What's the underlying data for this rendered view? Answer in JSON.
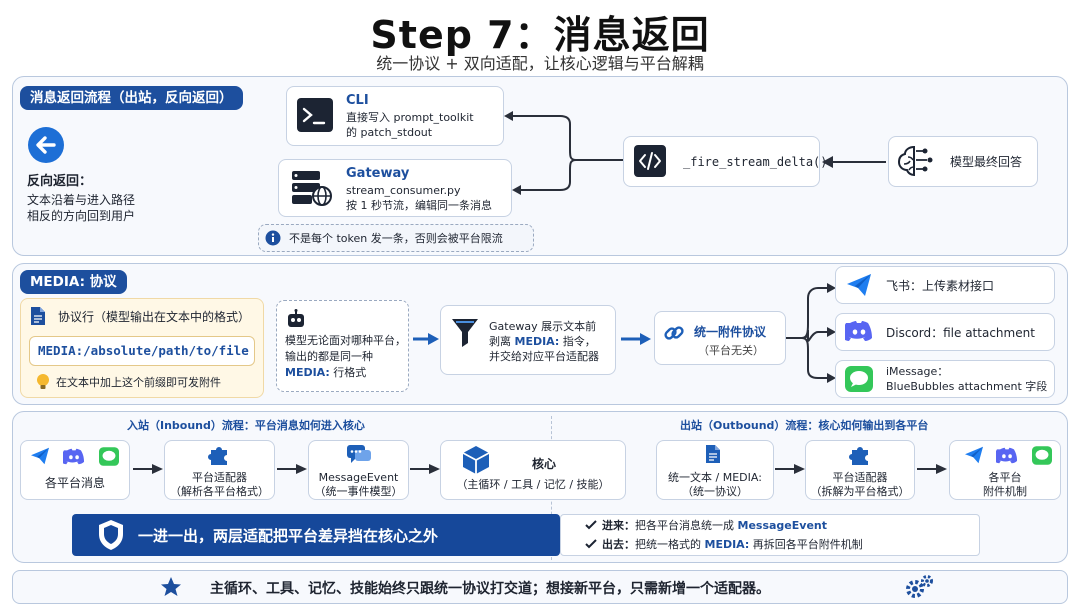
{
  "header": {
    "title": "Step 7：消息返回",
    "subtitle": "统一协议 + 双向适配，让核心逻辑与平台解耦"
  },
  "outbound_panel": {
    "tag": "消息返回流程（出站，反向返回）",
    "reverse_title": "反向返回：",
    "reverse_desc_1": "文本沿着与进入路径",
    "reverse_desc_2": "相反的方向回到用户",
    "cli_title": "CLI",
    "cli_line1": "直接写入 prompt_toolkit",
    "cli_line2": "的 patch_stdout",
    "gateway_title": "Gateway",
    "gateway_line1": "stream_consumer.py",
    "gateway_line2": "按 1 秒节流，编辑同一条消息",
    "fire_label": "_fire_stream_delta()",
    "model_label": "模型最终回答",
    "note": "不是每个 token 发一条，否则会被平台限流"
  },
  "media_panel": {
    "tag": "MEDIA: 协议",
    "protocol_title": "协议行（模型输出在文本中的格式）",
    "protocol_code": "MEDIA:/absolute/path/to/file",
    "protocol_tip": "在文本中加上这个前缀即可发附件",
    "platform_line1": "模型无论面对哪种平台，",
    "platform_line2": "输出的都是同一种",
    "platform_line3_key": "MEDIA:",
    "platform_line3_rest": " 行格式",
    "gateway_line1": "Gateway 展示文本前",
    "gateway_line2_a": "剥离 ",
    "gateway_line2_key": "MEDIA:",
    "gateway_line2_b": " 指令，",
    "gateway_line3": "并交给对应平台适配器",
    "unified_title": "统一附件协议",
    "unified_sub": "（平台无关）",
    "feishu": "飞书：上传素材接口",
    "discord": "Discord：file attachment",
    "imessage_1": "iMessage：",
    "imessage_2": "BlueBubbles attachment 字段"
  },
  "flow_panel": {
    "inbound_heading": "入站（Inbound）流程：平台消息如何进入核心",
    "outbound_heading": "出站（Outbound）流程：核心如何输出到各平台",
    "platform_msgs": "各平台消息",
    "adapter_in_1": "平台适配器",
    "adapter_in_2": "（解析各平台格式）",
    "event_1": "MessageEvent",
    "event_2": "（统一事件模型）",
    "core_1": "核心",
    "core_2": "（主循环 / 工具 / 记忆 / 技能）",
    "unified_1": "统一文本 / MEDIA:",
    "unified_2": "（统一协议）",
    "adapter_out_1": "平台适配器",
    "adapter_out_2": "（拆解为平台格式）",
    "attach_1": "各平台",
    "attach_2": "附件机制",
    "banner": "一进一出，两层适配把平台差异挡在核心之外",
    "in_label": "进来：",
    "in_text": "把各平台消息统一成 ",
    "in_key": "MessageEvent",
    "out_label": "出去：",
    "out_text": "把统一格式的 ",
    "out_key": "MEDIA:",
    "out_rest": " 再拆回各平台附件机制"
  },
  "footer": {
    "text": "主循环、工具、记忆、技能始终只跟统一协议打交道；想接新平台，只需新增一个适配器。"
  },
  "colors": {
    "primary": "#1d4f9e",
    "accent": "#1677d9",
    "feishu": "#1f7ef0",
    "discord": "#5865f2",
    "imessage": "#34c759",
    "note_bg": "#fff8e6"
  },
  "icons": [
    "back-arrow-icon",
    "terminal-icon",
    "server-globe-icon",
    "code-icon",
    "brain-icon",
    "info-icon",
    "document-icon",
    "bulb-icon",
    "robot-icon",
    "filter-icon",
    "link-icon",
    "feishu-icon",
    "discord-icon",
    "imessage-icon",
    "puzzle-icon",
    "chat-icon",
    "cube-icon",
    "shield-icon",
    "check-icon",
    "star-icon",
    "gears-icon"
  ]
}
